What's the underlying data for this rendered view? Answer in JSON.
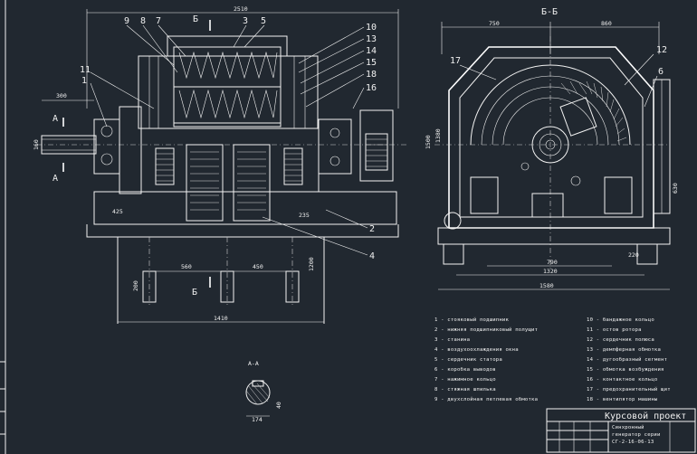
{
  "main_view": {
    "dims": {
      "overall": "2510",
      "shaft": "160",
      "extension": "300",
      "foot_left": "425",
      "foot_right": "235",
      "bolt_pitch_1": "560",
      "bolt_pitch_2": "450",
      "height_left": "200",
      "height_right": "1200",
      "base_length": "1410"
    },
    "section_b": "Б",
    "section_a": "А",
    "callouts": {
      "c9": "9",
      "c8": "8",
      "c7": "7",
      "c3": "3",
      "c5": "5",
      "c10": "10",
      "c13": "13",
      "c14": "14",
      "c15": "15",
      "c18": "18",
      "c16": "16",
      "c11": "11",
      "c1": "1",
      "c2": "2",
      "c4": "4"
    }
  },
  "section_bb": {
    "title": "Б-Б",
    "dims": {
      "half_left": "750",
      "half_right": "860",
      "height_total": "1500",
      "height_axis": "1380",
      "height_right": "630",
      "inner_width": "790",
      "side_offset": "220",
      "bolt_width": "1320",
      "base_width": "1580"
    },
    "callouts": {
      "c17": "17",
      "c12": "12",
      "c6": "6"
    }
  },
  "section_aa": {
    "title": "А-А",
    "dims": {
      "width": "174",
      "height": "40"
    }
  },
  "legend": {
    "items": [
      "1 - стояковый подшипник",
      "2 - нижняя подшипниковый полущит",
      "3 - станина",
      "4 - воздухоохлаждения окна",
      "5 - сердечник статора",
      "6 - коробка выводов",
      "7 - нажимное кольцо",
      "8 - стяжная шпилька",
      "9 - двухслойная петлевая обмотка",
      "10 - бандажное кольцо",
      "11 - остов ротора",
      "12 - сердечник полюса",
      "13 - демпферная обмотка",
      "14 - дугообразный сегмент",
      "15 - обмотка возбуждения",
      "16 - контактное кольцо",
      "17 - предохранительный щит",
      "18 - вентилятор машины"
    ]
  },
  "title_block": {
    "project": "Курсовой проект",
    "desc_line1": "Синхронный",
    "desc_line2": "генератор серии",
    "code": "СГ-2-16-06-13"
  }
}
